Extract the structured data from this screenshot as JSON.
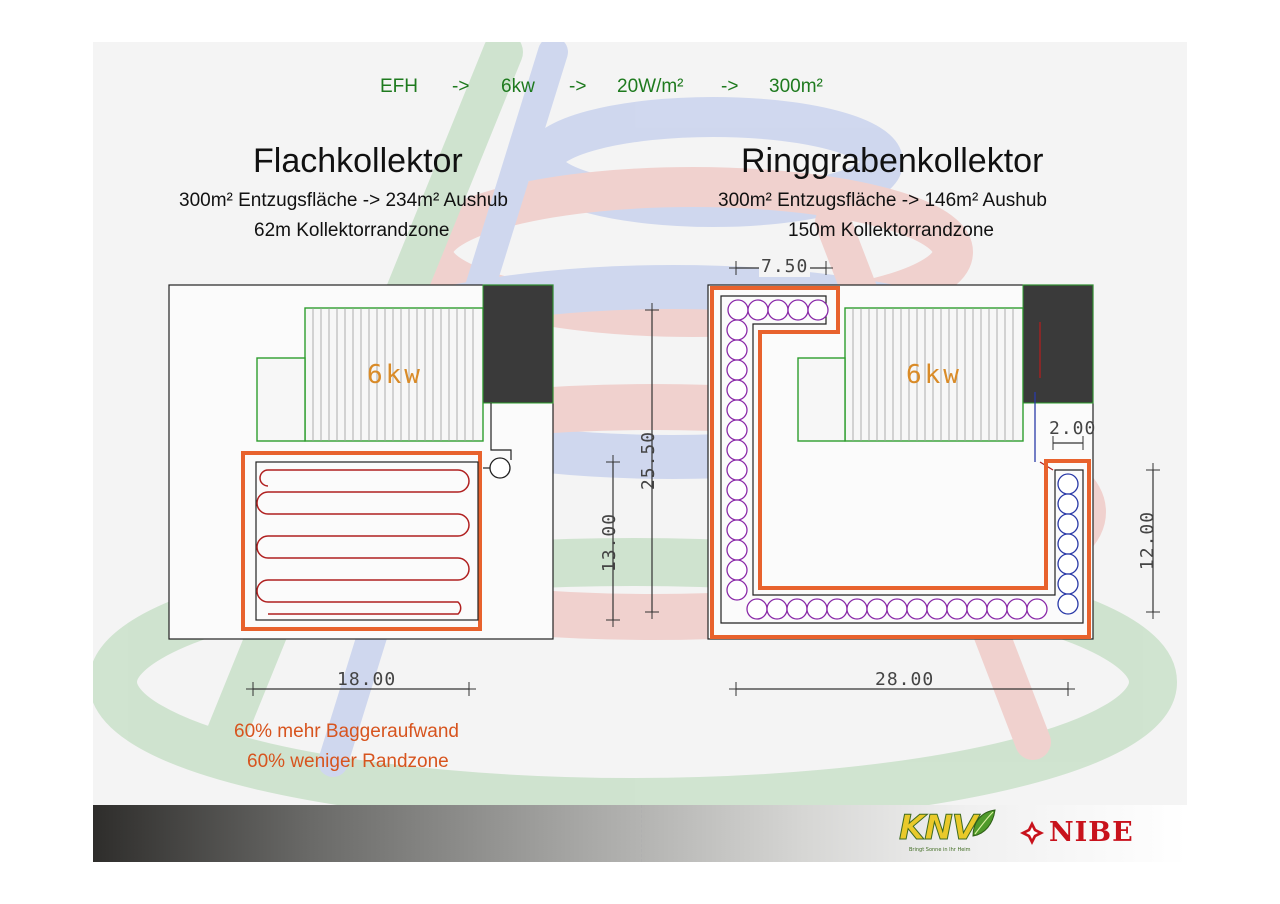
{
  "formula": {
    "efh": "EFH",
    "arrow1": "->",
    "power": "6kw",
    "arrow2": "->",
    "specific": "20W/m²",
    "arrow3": "->",
    "area": "300m²"
  },
  "left": {
    "title": "Flachkollektor",
    "line1": "300m² Entzugsfläche -> 234m² Aushub",
    "line2": "62m Kollektorrandzone",
    "house_label": "6kw",
    "dim_width": "18.00",
    "dim_height": "13.00",
    "dim_total_height": "25.50",
    "conclusion1": "60% mehr Baggeraufwand",
    "conclusion2": "60% weniger Randzone"
  },
  "right": {
    "title": "Ringgrabenkollektor",
    "line1": "300m² Entzugsfläche -> 146m² Aushub",
    "line2": "150m Kollektorrandzone",
    "house_label": "6kw",
    "dim_top": "7.50",
    "dim_gap": "2.00",
    "dim_height": "12.00",
    "dim_width": "28.00"
  },
  "logos": {
    "knv": "KNV",
    "knv_tagline": "Bringt Sonne in Ihr Heim",
    "nibe": "NIBE"
  },
  "colors": {
    "accent_orange": "#d7541e",
    "formula_green": "#1e7a1e",
    "house_green": "#2e9e2e",
    "pipe_red": "#b02020",
    "ring_purple": "#8a2aa8",
    "ring_blue": "#2a3aa8"
  }
}
